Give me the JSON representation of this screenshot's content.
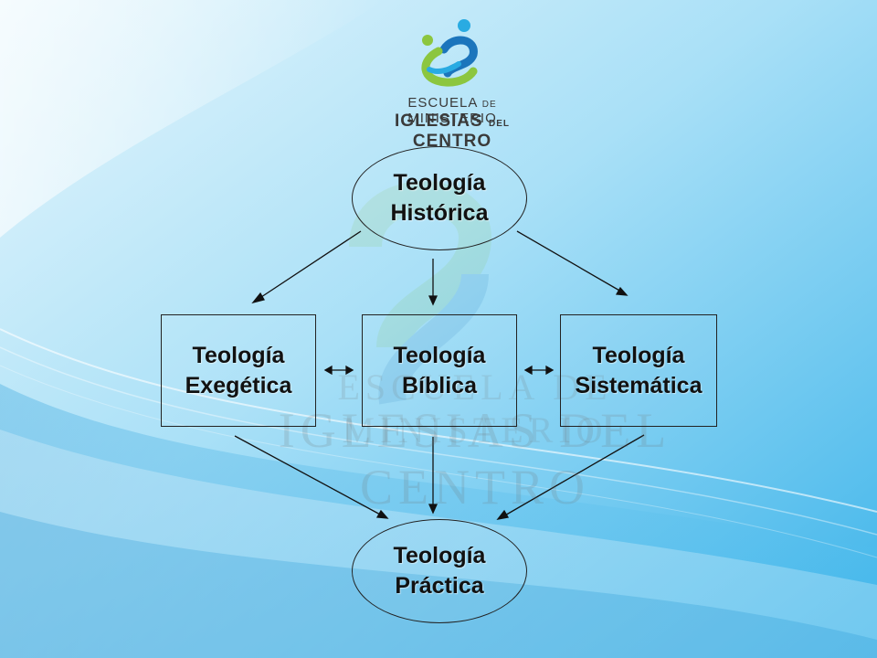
{
  "logo": {
    "line1_a": "ESCUELA",
    "line1_b": "DE",
    "line1_c": "MINISTERIO",
    "line2_a": "IGLESIAS",
    "line2_b": "DEL",
    "line2_c": "CENTRO"
  },
  "watermark": {
    "line1": "ESCUELA DE MINISTERIO",
    "line2": "IGLESIAS DEL CENTRO"
  },
  "nodes": {
    "historica": [
      "Teología",
      "Histórica"
    ],
    "exegetica": [
      "Teología",
      "Exegética"
    ],
    "biblica": [
      "Teología",
      "Bíblica"
    ],
    "sistematica": [
      "Teología",
      "Sistemática"
    ],
    "practica": [
      "Teología",
      "Práctica"
    ]
  },
  "colors": {
    "background_light": "#d8f1fb",
    "background_mid": "#7fd0f2",
    "background_dark": "#2aa9e6",
    "logo_green": "#8cc63f",
    "logo_blue": "#1c75bc",
    "logo_cyan": "#29abe2"
  }
}
